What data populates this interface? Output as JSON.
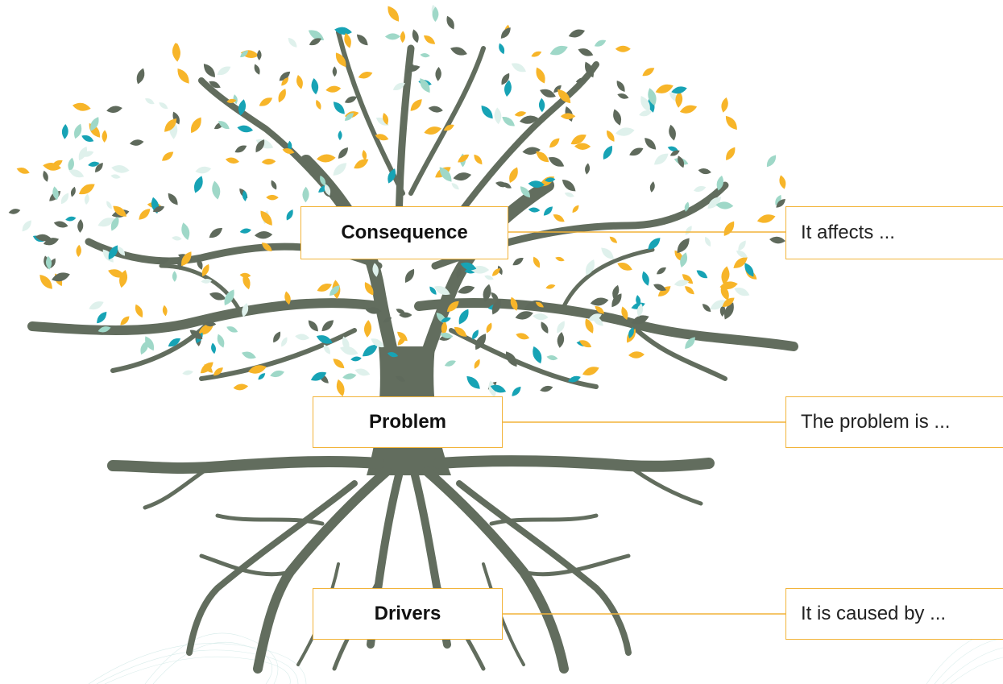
{
  "diagram": {
    "levels": [
      {
        "id": "consequence",
        "label": "Consequence",
        "note": "It affects ..."
      },
      {
        "id": "problem",
        "label": "Problem",
        "note": "The problem is ..."
      },
      {
        "id": "drivers",
        "label": "Drivers",
        "note": "It is caused by ..."
      }
    ]
  },
  "colors": {
    "trunk": "#626d5e",
    "leaf_dark": "#5f6a5c",
    "leaf_teal": "#17a3b5",
    "leaf_mint": "#9fd8c8",
    "leaf_pale": "#dff1ec",
    "leaf_yellow": "#f7b529",
    "connector": "#f2b43a"
  }
}
